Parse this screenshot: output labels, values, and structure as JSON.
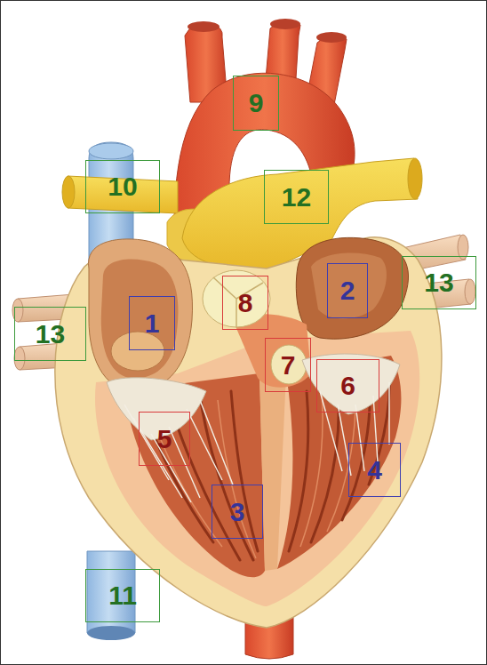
{
  "diagram": {
    "nodes": [
      {
        "text": [
          "9"
        ]
      },
      {
        "text": [
          "10"
        ]
      },
      {
        "text": [
          "12"
        ]
      },
      {
        "text": [
          "13"
        ]
      },
      {
        "text": [
          "2"
        ]
      },
      {
        "text": [
          "8"
        ]
      },
      {
        "text": [
          "1"
        ]
      },
      {
        "text": [
          "13"
        ]
      },
      {
        "text": [
          "7"
        ]
      },
      {
        "text": [
          "6"
        ]
      },
      {
        "text": [
          "5"
        ]
      },
      {
        "text": [
          "4"
        ]
      },
      {
        "text": [
          "3"
        ]
      },
      {
        "text": [
          "11"
        ]
      }
    ]
  }
}
